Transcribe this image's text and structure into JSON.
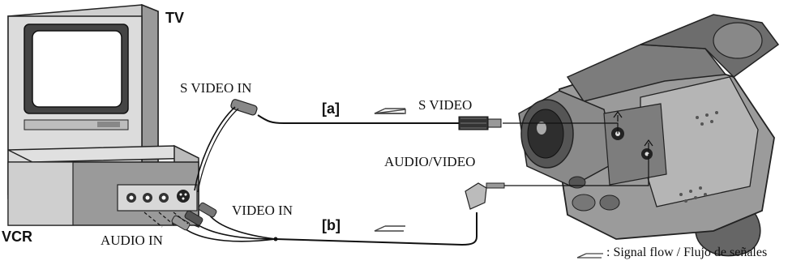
{
  "labels": {
    "tv": "TV",
    "vcr": "VCR",
    "s_video_in": "S VIDEO IN",
    "s_video": "S VIDEO",
    "audio_video": "AUDIO/VIDEO",
    "video_in": "VIDEO IN",
    "audio_in": "AUDIO IN",
    "cable_a": "[a]",
    "cable_b": "[b]",
    "legend": ": Signal flow / Flujo de señales"
  },
  "icons": {
    "signal_arrow": "signal-flow-arrow-icon"
  }
}
